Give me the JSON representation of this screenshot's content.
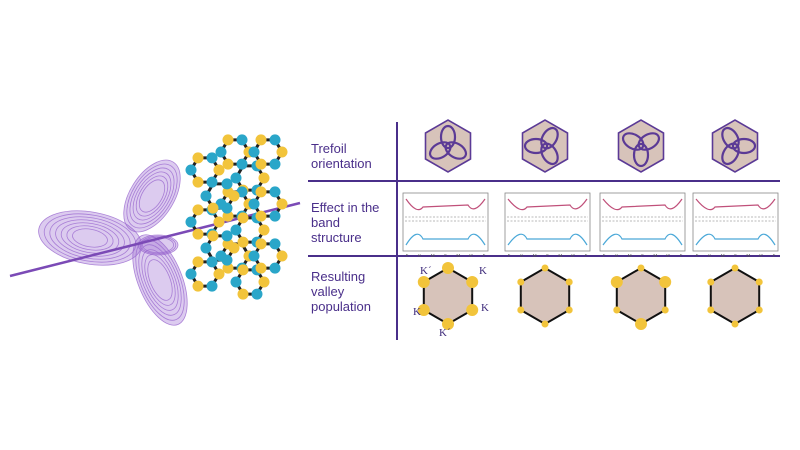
{
  "rows": {
    "trefoil": [
      "Trefoil",
      "orientation"
    ],
    "band": [
      "Effect in the",
      "band",
      "structure"
    ],
    "valley": [
      "Resulting",
      "valley",
      "population"
    ]
  },
  "band_ticks": [
    "Γ",
    "K",
    "M",
    "Γ",
    "M",
    "K'",
    "Γ"
  ],
  "valley_labels": [
    "K´",
    "K",
    "K",
    "K",
    "K´",
    "K´"
  ],
  "colors": {
    "purple": "#5b3a96",
    "hex_fill": "#d7c3ba",
    "yellow": "#f2c43b",
    "cyan": "#2aa6c9",
    "band_red": "#c0507a",
    "band_blue": "#4aa8d8",
    "lobe": "#9b6ad0"
  },
  "columns": [
    {
      "trefoil_rotation_deg": 0,
      "valley": {
        "K": 1,
        "K_prime": 1
      }
    },
    {
      "trefoil_rotation_deg": 30,
      "valley": {
        "K": 0,
        "K_prime": 0
      }
    },
    {
      "trefoil_rotation_deg": 60,
      "valley": {
        "K": 0,
        "K_prime": 1
      }
    },
    {
      "trefoil_rotation_deg": 90,
      "valley": {
        "K": 0,
        "K_prime": 0
      }
    }
  ]
}
